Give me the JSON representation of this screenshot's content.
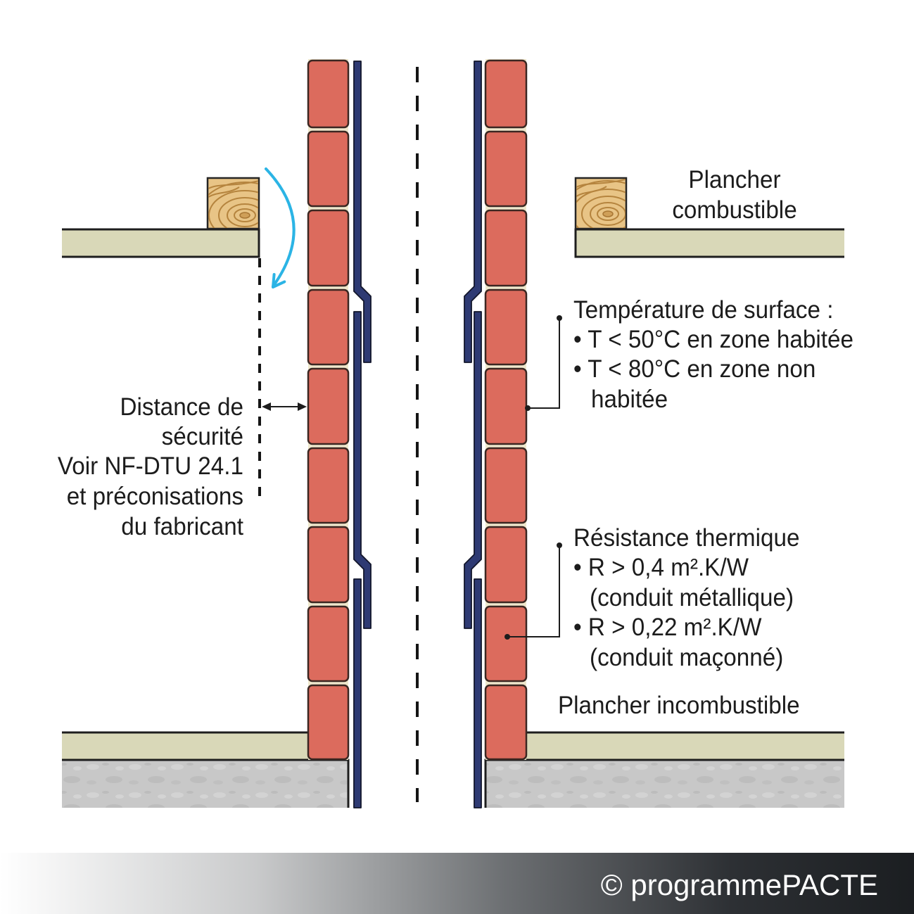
{
  "colors": {
    "brick": "#dc6b5d",
    "liner": "#2e3a73",
    "floor": "#d9d8b8",
    "concrete": "#c8c8c8",
    "arrow": "#2bb4e5",
    "wood": "#e8c486"
  },
  "left_note": {
    "lines": [
      "Distance de",
      "sécurité",
      "Voir NF-DTU 24.1",
      "et préconisations",
      "du fabricant"
    ]
  },
  "combustible_floor": {
    "lines": [
      "Plancher",
      "combustible"
    ]
  },
  "surface_temperature": {
    "heading": "Température de surface :",
    "lines": [
      "• T < 50°C en zone habitée",
      "• T < 80°C en zone non",
      "habitée"
    ]
  },
  "thermal_resistance": {
    "heading": "Résistance thermique",
    "lines": [
      "• R > 0,4 m².K/W",
      "(conduit métallique)",
      "• R > 0,22 m².K/W",
      "(conduit maçonné)"
    ]
  },
  "incombustible_floor": {
    "label": "Plancher incombustible"
  },
  "footer": {
    "credit": "© programmePACTE"
  }
}
